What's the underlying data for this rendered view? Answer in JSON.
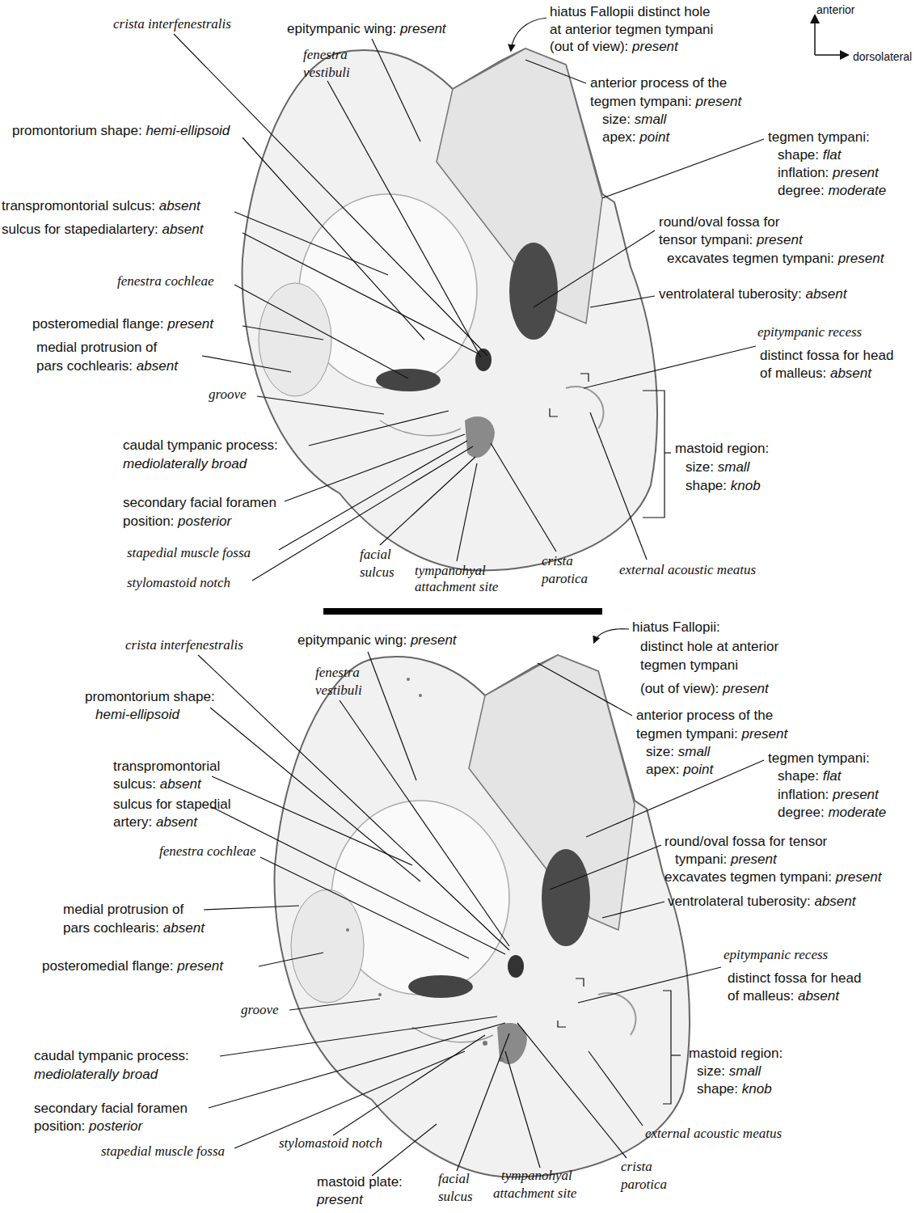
{
  "diagram": {
    "labels": [
      "anterior",
      "dorsolateral",
      "crista interfenestralis",
      "epitympanic wing:",
      "present",
      "hiatus Fallopii distinct hole",
      "at anterior tegmen tympani",
      "(out of view):",
      "present",
      "fenestra",
      "vestibuli",
      "anterior process of the",
      "tegmen tympani:",
      "present",
      "size:",
      "small",
      "apex:",
      "point",
      "tegmen tympani:",
      "shape:",
      "flat",
      "inflation:",
      "present",
      "degree:",
      "moderate",
      "promontorium shape:",
      "hemi-ellipsoid",
      "transpromontorial sulcus:",
      "absent",
      "sulcus for stapedialartery:",
      "absent",
      "round/oval fossa for",
      "tensor tympani:",
      "present",
      "excavates tegmen tympani:",
      "present",
      "fenestra cochleae",
      "ventrolateral tuberosity:",
      "absent",
      "posteromedial flange:",
      "present",
      "medial protrusion of",
      "pars cochlearis:",
      "absent",
      "epitympanic recess",
      "distinct fossa for head",
      "of malleus:",
      "absent",
      "groove",
      "caudal tympanic process:",
      "mediolaterally broad",
      "mastoid region:",
      "size:",
      "small",
      "shape:",
      "knob",
      "secondary facial foramen",
      "position:",
      "posterior",
      "stapedial muscle fossa",
      "facial",
      "sulcus",
      "tympanohyal",
      "attachment site",
      "crista",
      "parotica",
      "external acoustic meatus",
      "stylomastoid notch",
      "crista interfenestralis",
      "epitympanic wing:",
      "present",
      "hiatus Fallopii:",
      "distinct hole at anterior",
      "tegmen tympani",
      "(out of view):",
      "present",
      "fenestra",
      "vestibuli",
      "promontorium shape:",
      "hemi-ellipsoid",
      "anterior process of the",
      "tegmen tympani:",
      "present",
      "size:",
      "small",
      "apex:",
      "point",
      "tegmen tympani:",
      "shape:",
      "flat",
      "inflation:",
      "present",
      "degree:",
      "moderate",
      "transpromontorial",
      "sulcus:",
      "absent",
      "sulcus for stapedial",
      "artery:",
      "absent",
      "round/oval fossa for tensor",
      "tympani:",
      "present",
      "excavates tegmen tympani:",
      "present",
      "fenestra cochleae",
      "ventrolateral tuberosity:",
      "absent",
      "medial protrusion of",
      "pars cochlearis:",
      "absent",
      "epitympanic recess",
      "distinct fossa for head",
      "of malleus:",
      "absent",
      "posteromedial flange:",
      "present",
      "groove",
      "mastoid region:",
      "size:",
      "small",
      "shape:",
      "knob",
      "caudal tympanic process:",
      "mediolaterally broad",
      "secondary facial foramen",
      "position:",
      "posterior",
      "external acoustic meatus",
      "stylomastoid notch",
      "stapedial muscle fossa",
      "mastoid plate:",
      "present",
      "facial",
      "sulcus",
      "tympanohyal",
      "attachment site",
      "crista",
      "parotica"
    ]
  }
}
